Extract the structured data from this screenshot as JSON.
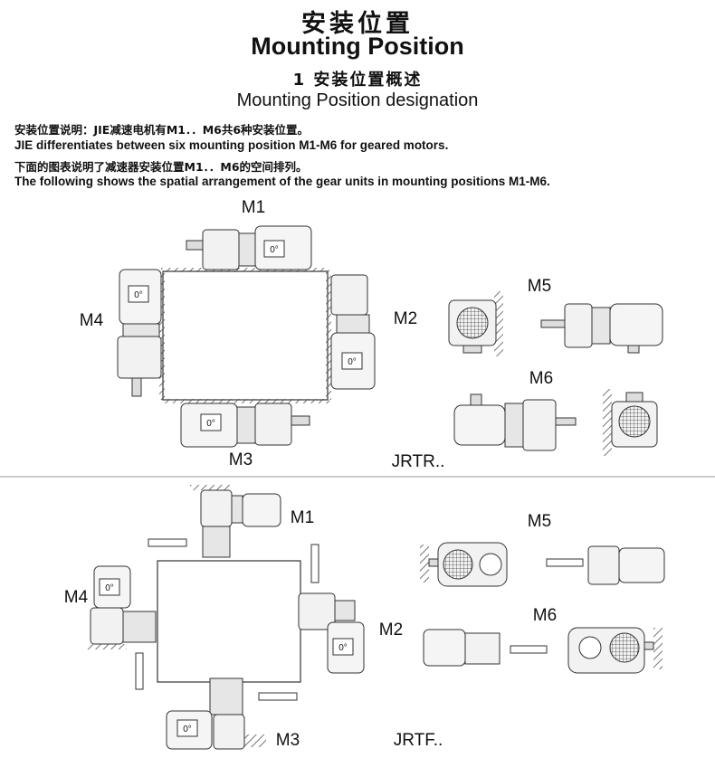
{
  "header": {
    "title_cn": "安装位置",
    "title_en": "Mounting Position",
    "subtitle_cn": "1 安装位置概述",
    "subtitle_en": "Mounting Position designation"
  },
  "description": [
    "安装位置说明：JIE减速电机有M1．．M6共6种安装位置。",
    "JIE differentiates between six mounting position M1-M6 for geared motors.",
    "下面的图表说明了减速器安装位置M1．．M6的空间排列。",
    "The following shows the spatial arrangement of the gear units in mounting positions M1-M6."
  ],
  "section_jrtr": {
    "series": "JRTR..",
    "labels": {
      "m1": "M1",
      "m2": "M2",
      "m3": "M3",
      "m4": "M4",
      "m5": "M5",
      "m6": "M6"
    }
  },
  "section_jrtf": {
    "series": "JRTF..",
    "labels": {
      "m1": "M1",
      "m2": "M2",
      "m3": "M3",
      "m4": "M4",
      "m5": "M5",
      "m6": "M6"
    }
  },
  "motor_mark": "0°",
  "colors": {
    "line": "#333333",
    "fill": "#f2f2f2",
    "dark": "#888888",
    "divider": "#999999"
  }
}
